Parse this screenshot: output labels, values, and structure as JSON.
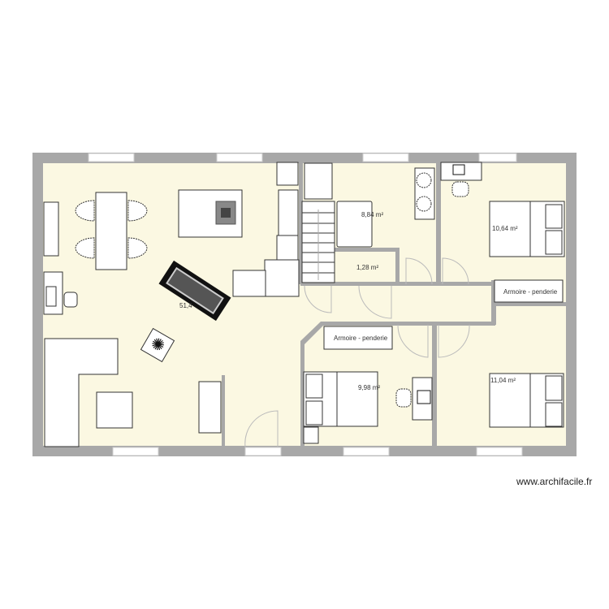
{
  "plan": {
    "rooms": [
      {
        "name": "living",
        "area": "51,4"
      },
      {
        "name": "bathroom",
        "area": "8,84 m²"
      },
      {
        "name": "wc",
        "area": "1,28 m²"
      },
      {
        "name": "bedroom-top-right",
        "area": "10,64 m²"
      },
      {
        "name": "bedroom-bottom-middle",
        "area": "9,98 m²"
      },
      {
        "name": "bedroom-bottom-right",
        "area": "11,04 m²"
      }
    ],
    "wardrobes": [
      "Armoire - penderie",
      "Armoire - penderie"
    ]
  },
  "watermark": "www.archifacile.fr",
  "colors": {
    "wall": "#a8a8a8",
    "floor": "#fbf8e2",
    "furniture": "#ffffff"
  }
}
